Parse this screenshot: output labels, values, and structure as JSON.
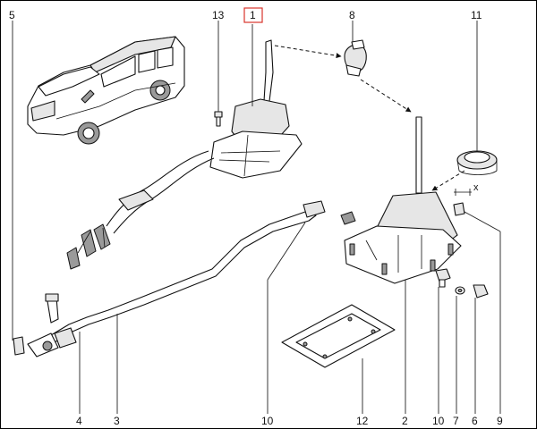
{
  "diagram": {
    "callouts": {
      "c1": "1",
      "c2": "2",
      "c3": "3",
      "c4": "4",
      "c5": "5",
      "c6": "6",
      "c7": "7",
      "c8": "8",
      "c9": "9",
      "c10a": "10",
      "c10b": "10",
      "c11": "11",
      "c12": "12",
      "c13": "13"
    },
    "dimension_label": "x",
    "highlight_color": "#d9342b"
  }
}
